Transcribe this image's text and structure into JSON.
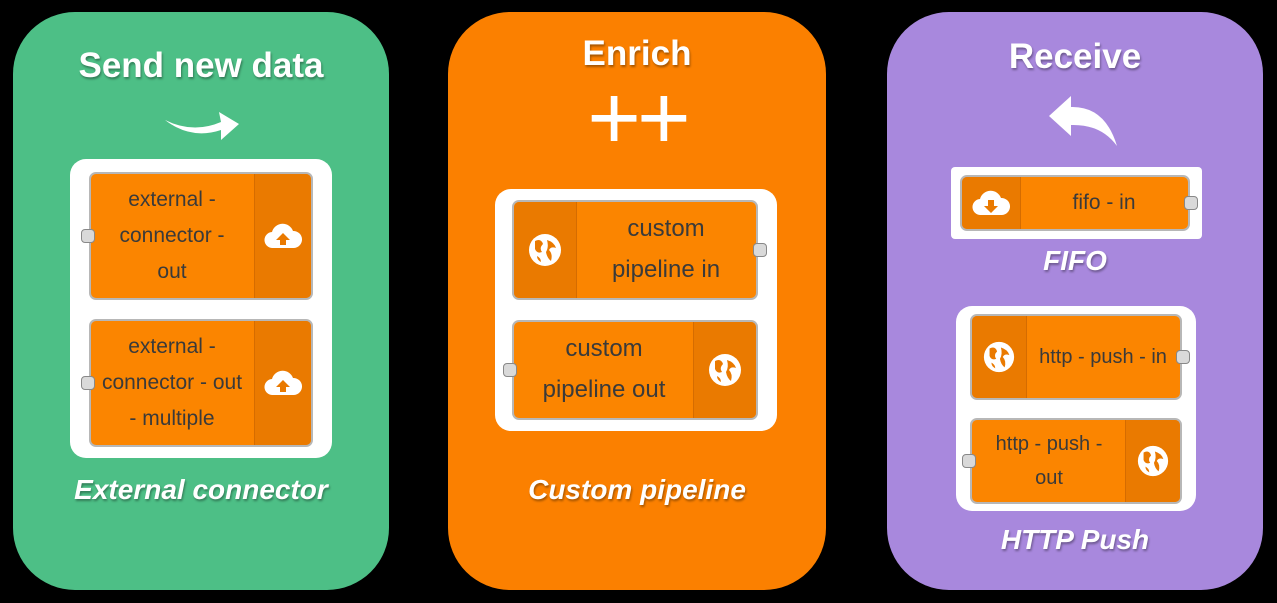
{
  "panels": {
    "send": {
      "title": "Send new data",
      "caption": "External connector",
      "color": "#4dbf86",
      "nodes": [
        {
          "label": "external - connector - out",
          "icon": "cloud-upload-icon"
        },
        {
          "label": "external - connector - out - multiple",
          "icon": "cloud-upload-icon"
        }
      ]
    },
    "enrich": {
      "title": "Enrich",
      "symbol": "++",
      "caption": "Custom pipeline",
      "color": "#fb8000",
      "nodes": [
        {
          "label": "custom pipeline in",
          "icon": "globe-icon"
        },
        {
          "label": "custom pipeline out",
          "icon": "globe-icon"
        }
      ]
    },
    "receive": {
      "title": "Receive",
      "captions": [
        "FIFO",
        "HTTP Push"
      ],
      "color": "#a888dd",
      "nodes": [
        {
          "label": "fifo - in",
          "icon": "cloud-download-icon"
        },
        {
          "label": "http - push - in",
          "icon": "globe-icon"
        },
        {
          "label": "http - push - out",
          "icon": "globe-icon"
        }
      ]
    }
  },
  "node_color": "#fb8500"
}
